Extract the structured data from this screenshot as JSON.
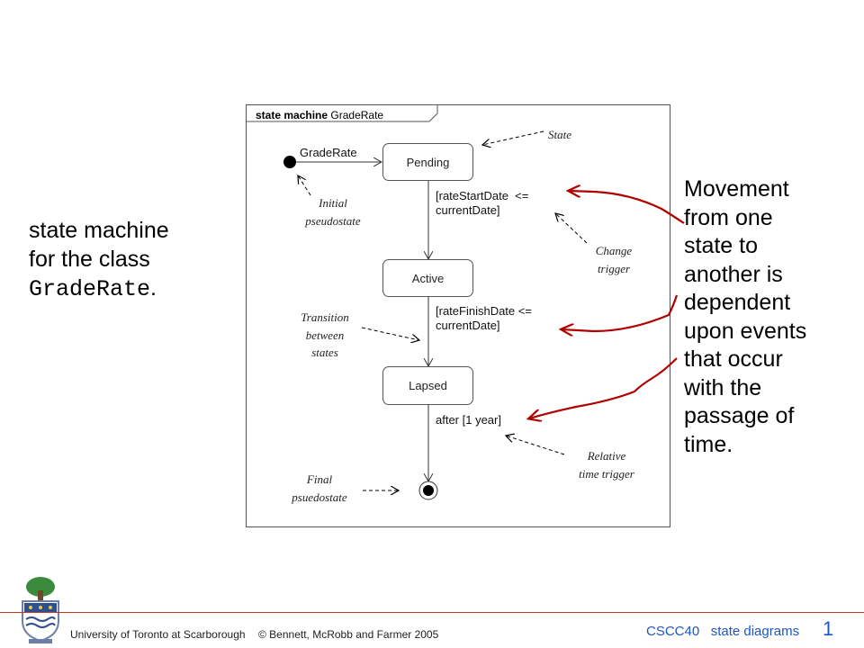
{
  "left_caption": {
    "line1": "state machine",
    "line2": "for the class",
    "class_name": "GradeRate",
    "period": "."
  },
  "frame": {
    "keyword": "state machine",
    "name": "GradeRate"
  },
  "states": [
    {
      "id": "pending",
      "label": "Pending"
    },
    {
      "id": "active",
      "label": "Active"
    },
    {
      "id": "lapsed",
      "label": "Lapsed"
    }
  ],
  "initial_label": "GradeRate",
  "transitions": {
    "t1_line1": "[rateStartDate  <=",
    "t1_line2": "currentDate]",
    "t2_line1": "[rateFinishDate <=",
    "t2_line2": "currentDate]",
    "t3": "after [1 year]"
  },
  "notes": {
    "state": "State",
    "initial_1": "Initial",
    "initial_2": "pseudostate",
    "change_1": "Change",
    "change_2": "trigger",
    "transition_1": "Transition",
    "transition_2": "between",
    "transition_3": "states",
    "relative_1": "Relative",
    "relative_2": "time trigger",
    "final_1": "Final",
    "final_2": "psuedostate"
  },
  "right_caption": [
    "Movement",
    "from one",
    "state to",
    "another is",
    "dependent",
    "upon events",
    "that occur",
    "with the",
    "passage of",
    "time."
  ],
  "footer": {
    "university": "University of Toronto at Scarborough",
    "copyright": "© Bennett, McRobb and Farmer 2005",
    "course": "CSCC40   state diagrams",
    "page": "1"
  },
  "colors": {
    "accent_red": "#b00000",
    "footer_blue": "#1f56c4"
  }
}
